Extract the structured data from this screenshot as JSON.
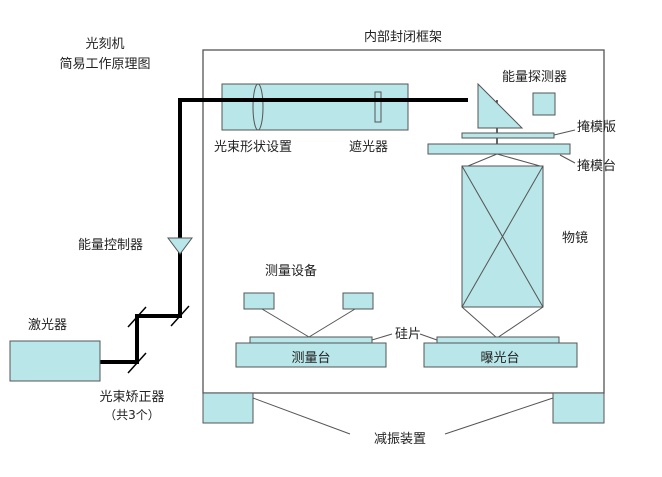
{
  "title": {
    "line1": "光刻机",
    "line2": "简易工作原理图"
  },
  "labels": {
    "enclosure": "内部封闭框架",
    "energy_detector": "能量探测器",
    "mask": "掩模版",
    "mask_stage": "掩模台",
    "beam_shaping": "光束形状设置",
    "shutter": "遮光器",
    "energy_controller": "能量控制器",
    "objective_lens": "物镜",
    "measurement_equipment": "测量设备",
    "wafer": "硅片",
    "laser": "激光器",
    "measurement_stage": "测量台",
    "exposure_stage": "曝光台",
    "beam_corrector_line1": "光束矫正器",
    "beam_corrector_line2": "（共3个）",
    "vibration_damping": "减振装置"
  },
  "colors": {
    "component_fill": "#b8e6e9",
    "outline": "#555555",
    "beam": "#000000",
    "text": "#222222"
  }
}
